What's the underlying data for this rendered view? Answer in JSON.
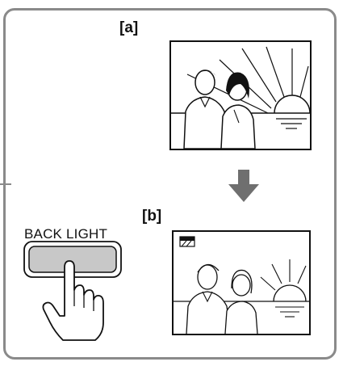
{
  "labels": {
    "before": "[a]",
    "after": "[b]"
  },
  "button": {
    "label": "BACK LIGHT"
  },
  "icons": {
    "down_arrow": "arrow-down-icon",
    "backlight_indicator": "backlight-indicator-icon",
    "pressing_hand": "hand-pointer-icon"
  },
  "colors": {
    "frame": "#8a8a8a",
    "button_face": "#c8c8c8",
    "arrow": "#6f6f6f",
    "ink": "#111111"
  }
}
